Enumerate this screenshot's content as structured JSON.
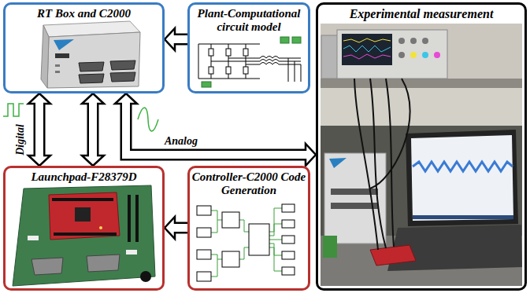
{
  "diagram": {
    "nodes": [
      {
        "text": [
          "RT Box and C2000"
        ]
      },
      {
        "text": [
          "Plant-Computational circuit model"
        ]
      },
      {
        "text": [
          "Experimental measurement"
        ]
      },
      {
        "text": [
          "Launchpad-F28379D"
        ]
      },
      {
        "text": [
          "Controller-C2000 Code Generation"
        ]
      }
    ],
    "edges": [
      {
        "from": 1,
        "to": 0,
        "arrow": "to"
      },
      {
        "from": 4,
        "to": 3,
        "arrow": "to"
      },
      {
        "from": 0,
        "to": 3,
        "arrow": "both",
        "label": "Digital"
      },
      {
        "from": 0,
        "to": 3,
        "arrow": "both"
      },
      {
        "from": 0,
        "to": 2,
        "arrow": "both",
        "label": "Analog"
      }
    ]
  }
}
